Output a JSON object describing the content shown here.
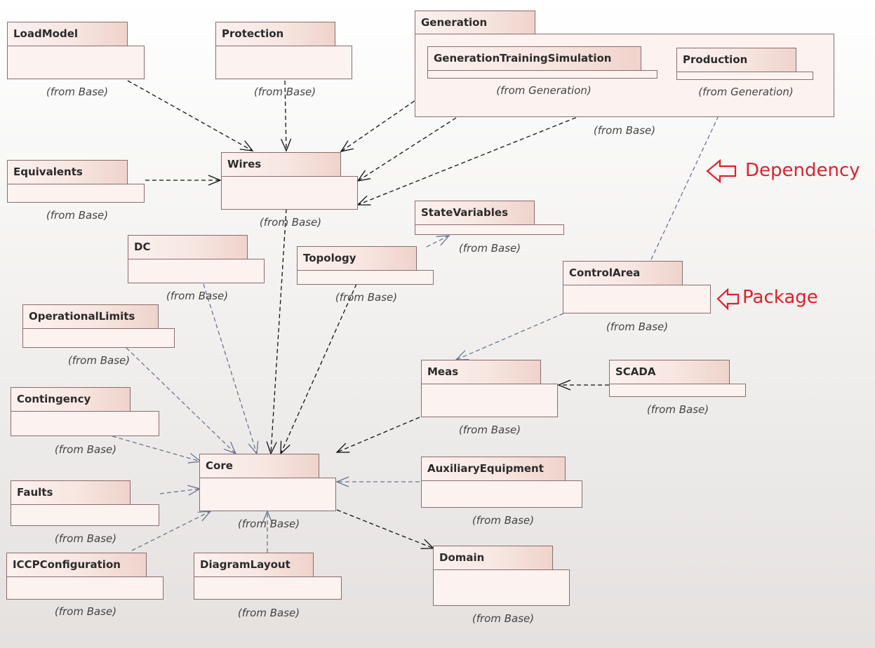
{
  "packages": {
    "loadmodel": {
      "name": "LoadModel",
      "from": "(from Base)"
    },
    "protection": {
      "name": "Protection",
      "from": "(from Base)"
    },
    "generation": {
      "name": "Generation",
      "from": "(from Base)"
    },
    "gentraining": {
      "name": "GenerationTrainingSimulation",
      "from": "(from Generation)"
    },
    "production": {
      "name": "Production",
      "from": "(from Generation)"
    },
    "equivalents": {
      "name": "Equivalents",
      "from": "(from Base)"
    },
    "wires": {
      "name": "Wires",
      "from": "(from Base)"
    },
    "statevariables": {
      "name": "StateVariables",
      "from": "(from Base)"
    },
    "dc": {
      "name": "DC",
      "from": "(from Base)"
    },
    "topology": {
      "name": "Topology",
      "from": "(from Base)"
    },
    "controlarea": {
      "name": "ControlArea",
      "from": "(from Base)"
    },
    "operationallimits": {
      "name": "OperationalLimits",
      "from": "(from Base)"
    },
    "meas": {
      "name": "Meas",
      "from": "(from Base)"
    },
    "scada": {
      "name": "SCADA",
      "from": "(from Base)"
    },
    "contingency": {
      "name": "Contingency",
      "from": "(from Base)"
    },
    "core": {
      "name": "Core",
      "from": "(from Base)"
    },
    "auxiliaryequipment": {
      "name": "AuxiliaryEquipment",
      "from": "(from Base)"
    },
    "faults": {
      "name": "Faults",
      "from": "(from Base)"
    },
    "iccpconfiguration": {
      "name": "ICCPConfiguration",
      "from": "(from Base)"
    },
    "diagramlayout": {
      "name": "DiagramLayout",
      "from": "(from Base)"
    },
    "domain": {
      "name": "Domain",
      "from": "(from Base)"
    }
  },
  "legend": {
    "dependency": "Dependency",
    "package": "Package"
  },
  "colors": {
    "legend": "#e0202a",
    "dependency_black": "#111111",
    "dependency_blue": "#6a7490"
  }
}
